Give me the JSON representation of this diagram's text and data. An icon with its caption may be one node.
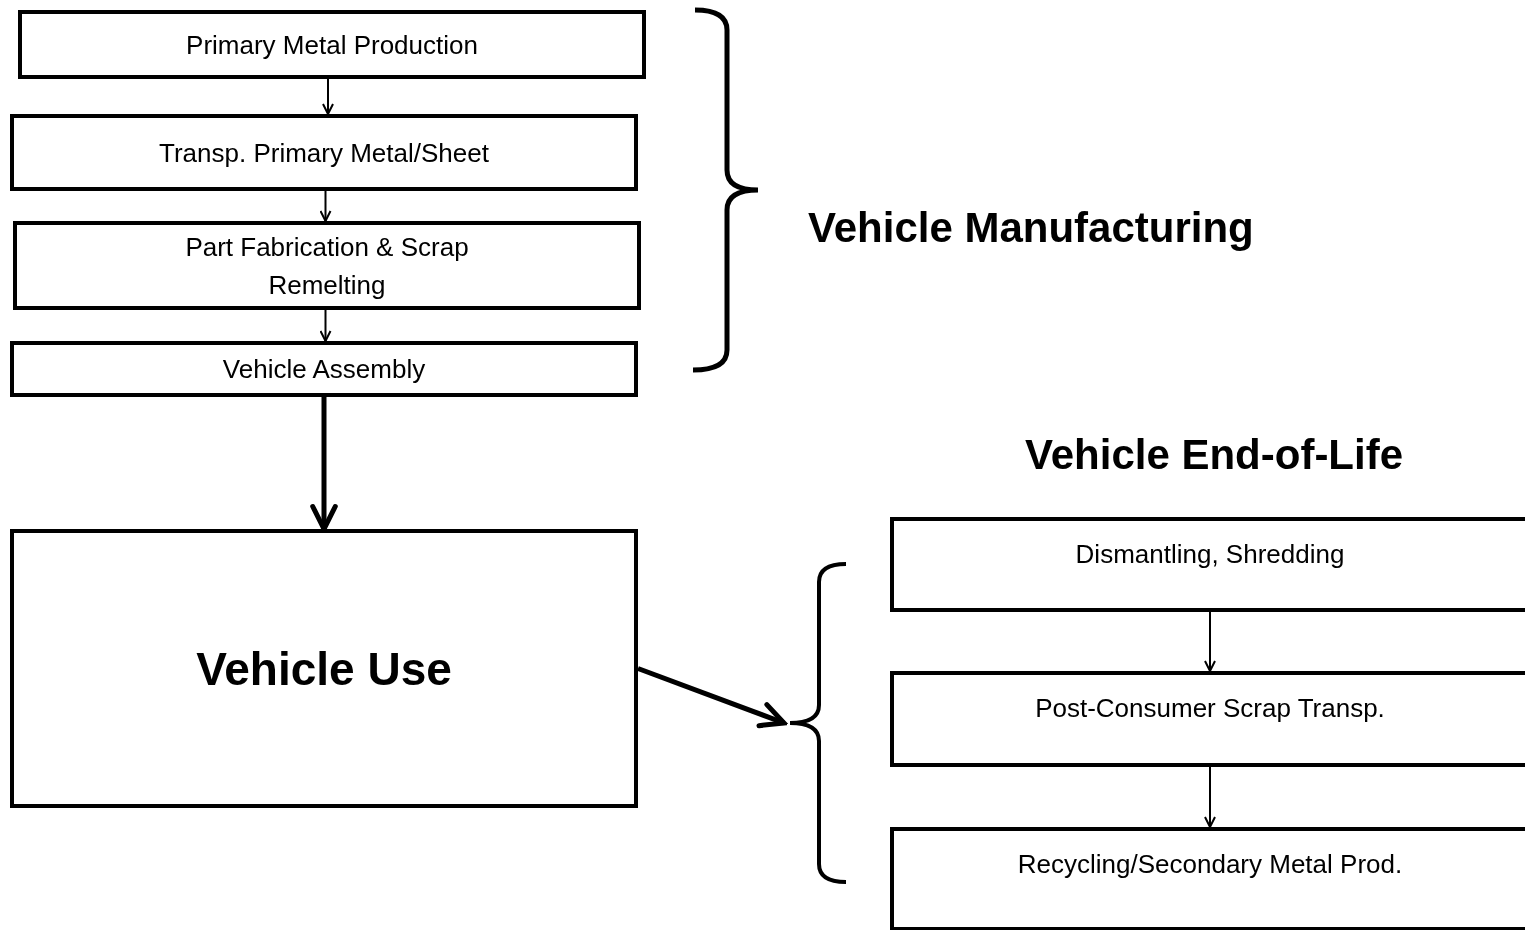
{
  "diagram": {
    "nodes": [
      {
        "text": [
          "Primary Metal Production"
        ]
      },
      {
        "text": [
          "Transp. Primary Metal/Sheet"
        ]
      },
      {
        "text": [
          "Part Fabrication & Scrap Remelting"
        ]
      },
      {
        "text": [
          "Vehicle Assembly"
        ]
      },
      {
        "text": [
          "Vehicle Use"
        ]
      },
      {
        "text": [
          "Dismantling, Shredding"
        ]
      },
      {
        "text": [
          "Post-Consumer Scrap Transp."
        ]
      },
      {
        "text": [
          "Recycling/Secondary Metal Prod."
        ]
      },
      {
        "text": [],
        "shape": "bracket"
      }
    ],
    "edges": [
      {
        "from": 0,
        "to": 1,
        "arrow": "to"
      },
      {
        "from": 1,
        "to": 2,
        "arrow": "to"
      },
      {
        "from": 2,
        "to": 3,
        "arrow": "to"
      },
      {
        "from": 3,
        "to": 4,
        "arrow": "to",
        "style": "thick"
      },
      {
        "from": 4,
        "to": 8,
        "arrow": "to",
        "style": "thick"
      },
      {
        "from": 5,
        "to": 6,
        "arrow": "to"
      },
      {
        "from": 6,
        "to": 7,
        "arrow": "to"
      }
    ],
    "labels": [
      "Vehicle Manufacturing",
      "Vehicle End-of-Life"
    ]
  }
}
